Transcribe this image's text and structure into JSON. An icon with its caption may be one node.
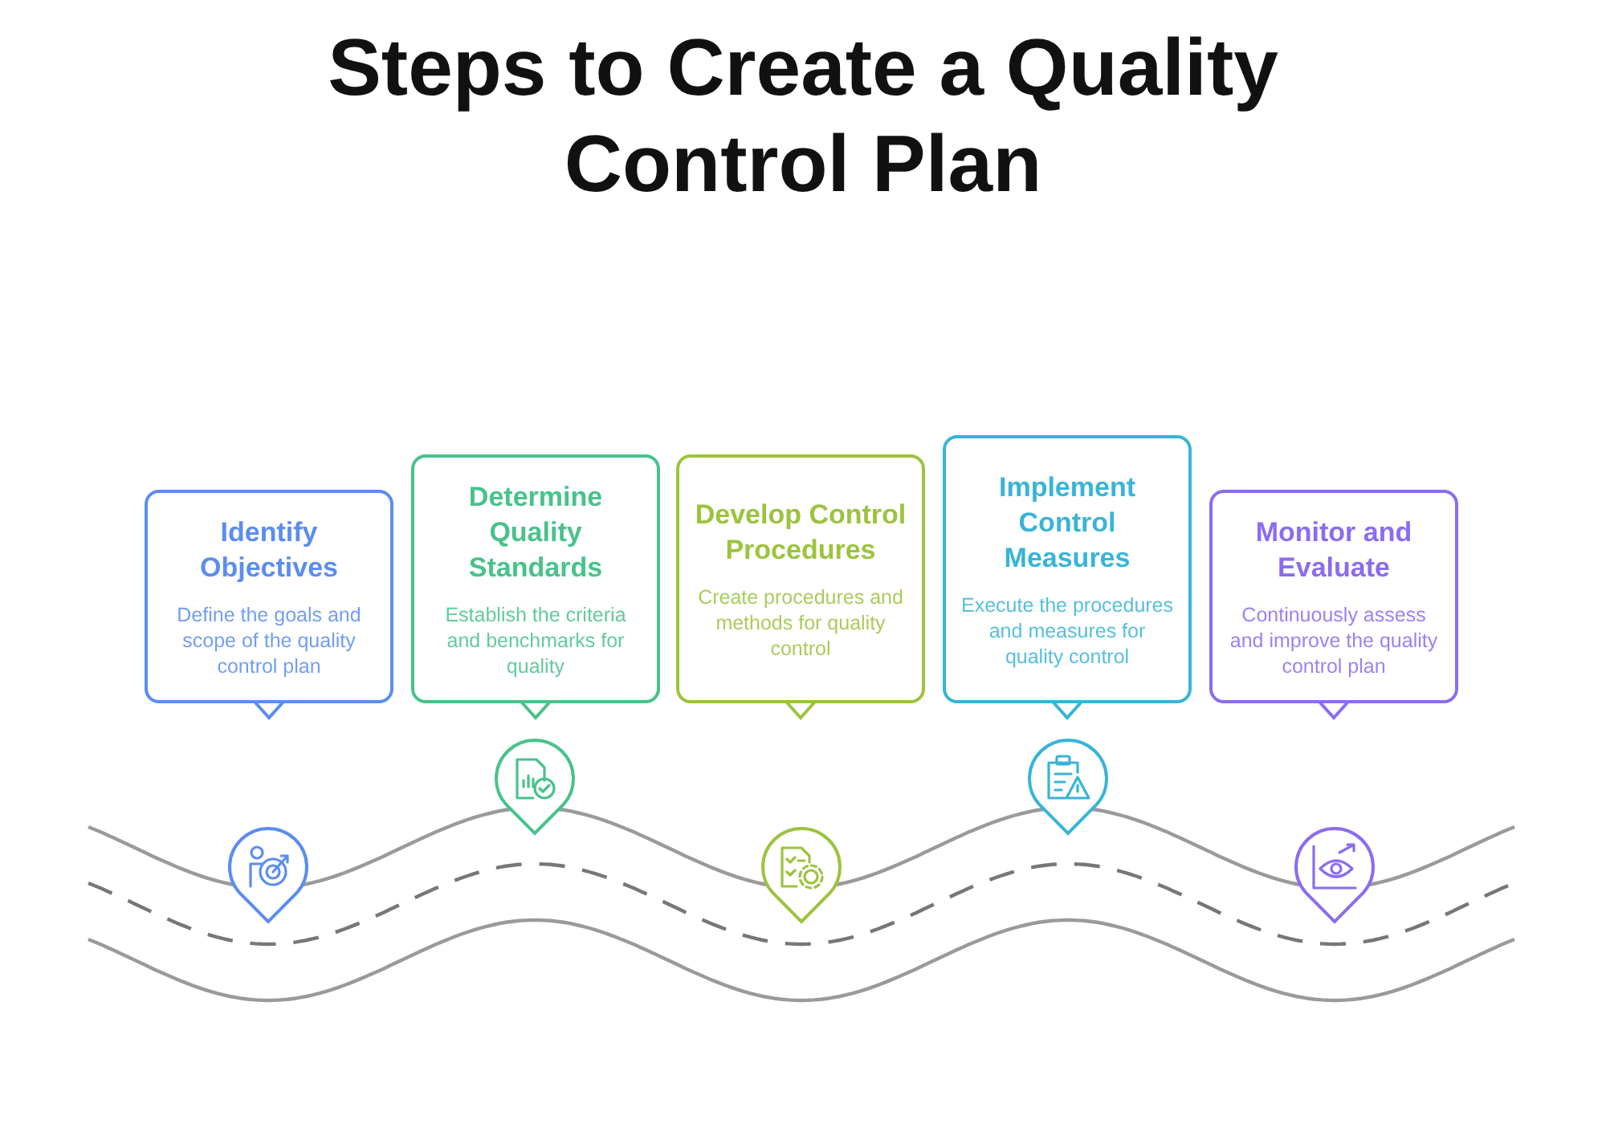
{
  "diagram": {
    "title": "Steps to Create a Quality Control Plan",
    "nodes": [
      {
        "text": [
          "Identify Objectives",
          "Define the goals and scope of the quality control plan"
        ]
      },
      {
        "text": [
          "Determine Quality Standards",
          "Establish the criteria and benchmarks for quality"
        ]
      },
      {
        "text": [
          "Develop Control Procedures",
          "Create procedures and methods for quality control"
        ]
      },
      {
        "text": [
          "Implement Control Measures",
          "Execute the procedures and measures for quality control"
        ]
      },
      {
        "text": [
          "Monitor and Evaluate",
          "Continuously assess and improve the quality control plan"
        ]
      }
    ],
    "edges": []
  }
}
